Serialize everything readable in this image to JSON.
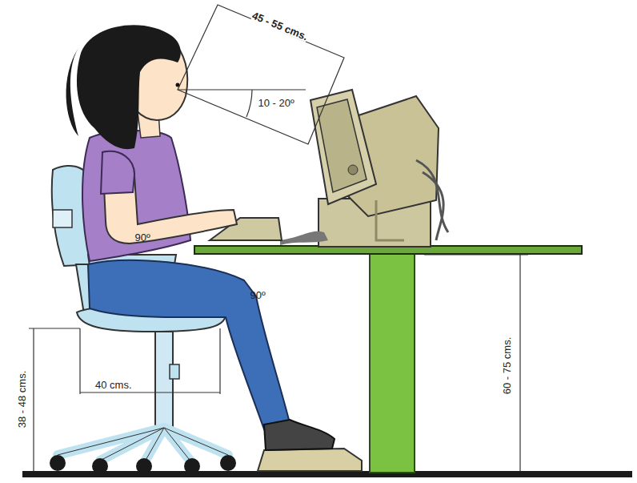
{
  "diagram": {
    "labels": [
      "45 - 55 cms.",
      "10 - 20º",
      "90º",
      "90º",
      "40 cms.",
      "38 - 48 cms.",
      "60 - 75 cms."
    ]
  }
}
